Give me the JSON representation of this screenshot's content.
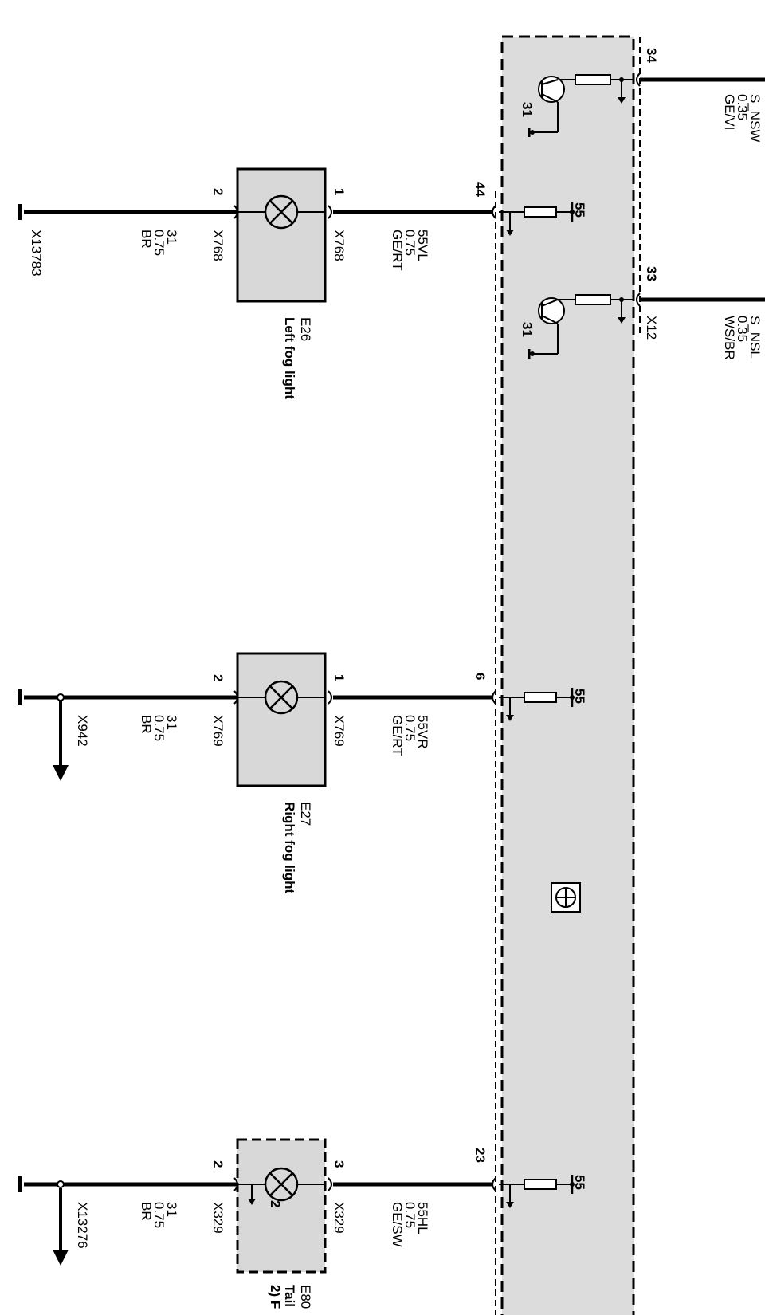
{
  "module": {
    "outputs": [
      {
        "pin": "44",
        "fuse": "55"
      },
      {
        "pin": "6",
        "fuse": "55"
      },
      {
        "pin": "23",
        "fuse": "55"
      }
    ],
    "inputs": [
      {
        "pin": "34",
        "ground": "31",
        "signal": "S_NSW",
        "size": "0.35",
        "color": "GE/VI",
        "connector": ""
      },
      {
        "pin": "33",
        "ground": "31",
        "signal": "S_NSL",
        "size": "0.35",
        "color": "WS/BR",
        "connector": "X12"
      }
    ]
  },
  "lamps": [
    {
      "id": "E26",
      "name": "Left fog light",
      "pin_in": "1",
      "pin_out": "2",
      "conn_in": "X768",
      "conn_out": "X768",
      "wire_in": {
        "signal": "55VL",
        "size": "0.75",
        "color": "GE/RT"
      },
      "wire_out": {
        "signal": "31",
        "size": "0.75",
        "color": "BR"
      },
      "ground": "X13783"
    },
    {
      "id": "E27",
      "name": "Right fog light",
      "pin_in": "1",
      "pin_out": "2",
      "conn_in": "X769",
      "conn_out": "X769",
      "wire_in": {
        "signal": "55VR",
        "size": "0.75",
        "color": "GE/RT"
      },
      "wire_out": {
        "signal": "31",
        "size": "0.75",
        "color": "BR"
      },
      "ground": "X942"
    },
    {
      "id": "E80",
      "name": "Tail",
      "name_line2": "2) F",
      "pin_in": "3",
      "pin_out": "2",
      "conn_in": "X329",
      "conn_out": "X329",
      "wire_in": {
        "signal": "55HL",
        "size": "0.75",
        "color": "GE/SW"
      },
      "wire_out": {
        "signal": "31",
        "size": "0.75",
        "color": "BR"
      },
      "ground": "X13276",
      "inner_mark": "2"
    }
  ]
}
